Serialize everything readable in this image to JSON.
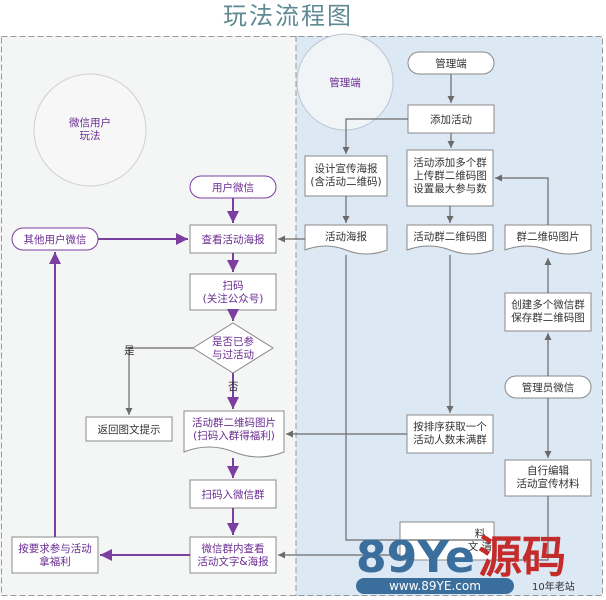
{
  "title": "玩法流程图",
  "lanes": {
    "user": "微信用户\n玩法",
    "admin": "管理端"
  },
  "nodes": {
    "admin_start": "管理端",
    "add_activity": "添加活动",
    "design_poster": "设计宣传海报\n(含活动二维码)",
    "add_groups": "活动添加多个群\n上传群二维码图\n设置最大参与数",
    "activity_poster": "活动海报",
    "group_qr": "活动群二维码图",
    "group_qr_image": "群二维码图片",
    "create_groups": "创建多个微信群\n保存群二维码图",
    "admin_wechat": "管理员微信",
    "edit_materials": "自行编辑\n活动宣传材料",
    "sort_group": "按排序获取一个\n活动人数未满群",
    "partial_box": "料\n文 清",
    "user_wechat": "用户微信",
    "other_users": "其他用户微信",
    "view_poster": "查看活动海报",
    "scan": "扫码\n(关注公众号)",
    "decision": "是否已参\n与过活动",
    "reply_tip": "返回图文提示",
    "group_qr_user": "活动群二维码图片\n(扫码入群得福利)",
    "join_group": "扫码入微信群",
    "view_in_group": "微信群内查看\n活动文字&海报",
    "get_reward": "按要求参与活动\n拿福利"
  },
  "labels": {
    "yes": "是",
    "no": "否"
  },
  "watermark": {
    "brand_prefix": "89Ye",
    "brand_cn": "源码",
    "url": "www.89YE.com",
    "tag": "10年老站"
  },
  "colors": {
    "purple": "#7b3fa0",
    "gray_line": "#6b6b6b",
    "admin_bg": "#dce8f3",
    "user_bg": "#f4f5f5",
    "node_border": "#8a8a8a"
  }
}
